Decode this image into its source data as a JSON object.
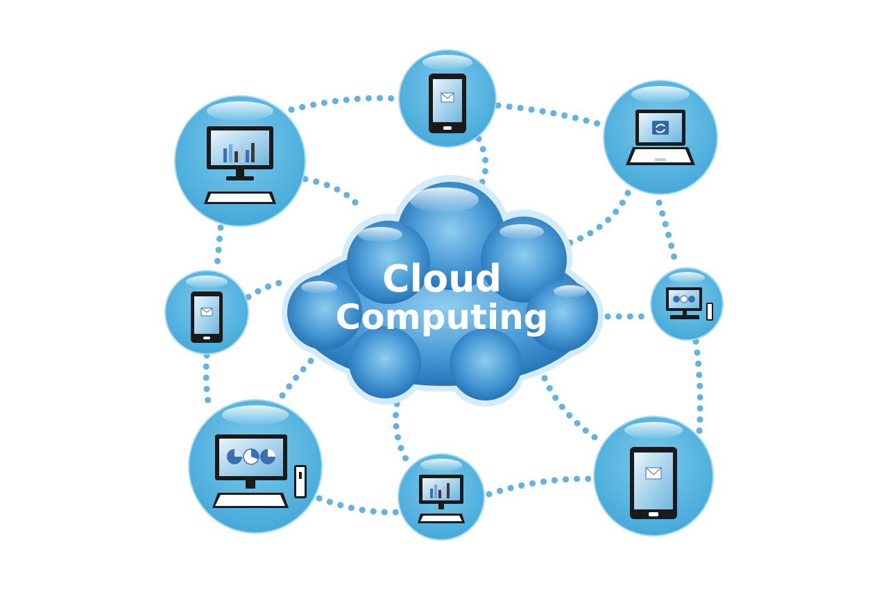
{
  "cloud": {
    "line1": "Cloud",
    "line2": "Computing"
  },
  "nodes": [
    {
      "id": "monitor-bar-chart",
      "icon": "desktop-monitor-bar-chart-icon"
    },
    {
      "id": "phone-top",
      "icon": "smartphone-email-icon"
    },
    {
      "id": "laptop",
      "icon": "laptop-sync-icon"
    },
    {
      "id": "phone-left",
      "icon": "smartphone-email-icon"
    },
    {
      "id": "small-desktop-right",
      "icon": "desktop-pie-chart-icon"
    },
    {
      "id": "desktop-pie",
      "icon": "desktop-pie-chart-icon"
    },
    {
      "id": "small-monitor-bottom",
      "icon": "desktop-monitor-bar-chart-icon"
    },
    {
      "id": "tablet",
      "icon": "tablet-email-icon"
    }
  ],
  "colors": {
    "node_fill": "#5bb8e2",
    "node_edge": "#8fd2ef",
    "dots": "#63b2df",
    "cloud_light": "#86c7ee",
    "cloud_dark": "#1f6fb2",
    "cloud_rim": "#cde9f8",
    "screen_dark": "#1a1a1a"
  }
}
